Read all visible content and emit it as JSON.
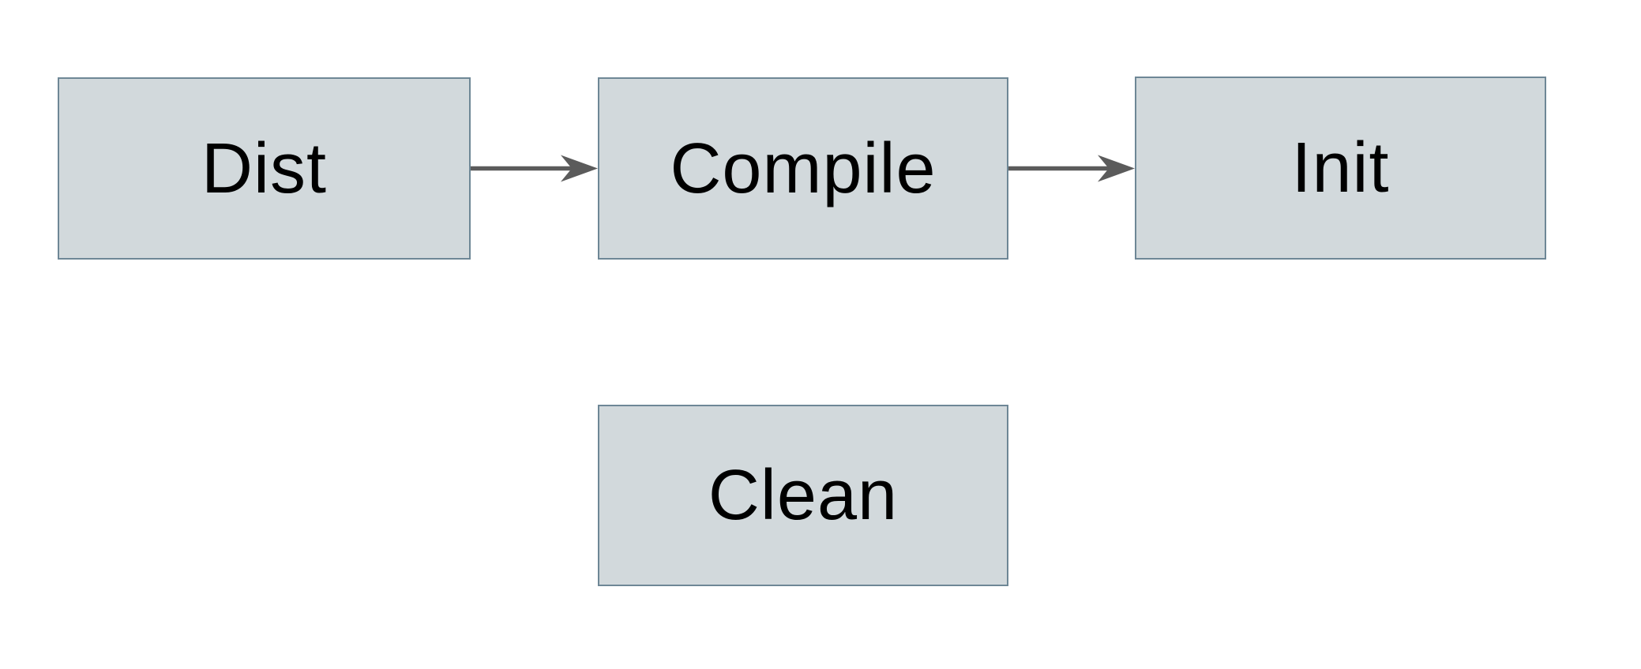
{
  "diagram": {
    "title": "build-steps-flowchart",
    "nodes": [
      {
        "id": "dist",
        "label": "Dist"
      },
      {
        "id": "compile",
        "label": "Compile"
      },
      {
        "id": "init",
        "label": "Init"
      },
      {
        "id": "clean",
        "label": "Clean"
      }
    ],
    "edges": [
      {
        "from": "Dist",
        "to": "Compile",
        "direction": "right"
      },
      {
        "from": "Compile",
        "to": "Init",
        "direction": "right"
      }
    ],
    "colors": {
      "node_fill": "#d2d9dc",
      "node_border": "#6e8796",
      "arrow": "#5b5b5b",
      "text": "#000000",
      "background": "#ffffff"
    }
  }
}
